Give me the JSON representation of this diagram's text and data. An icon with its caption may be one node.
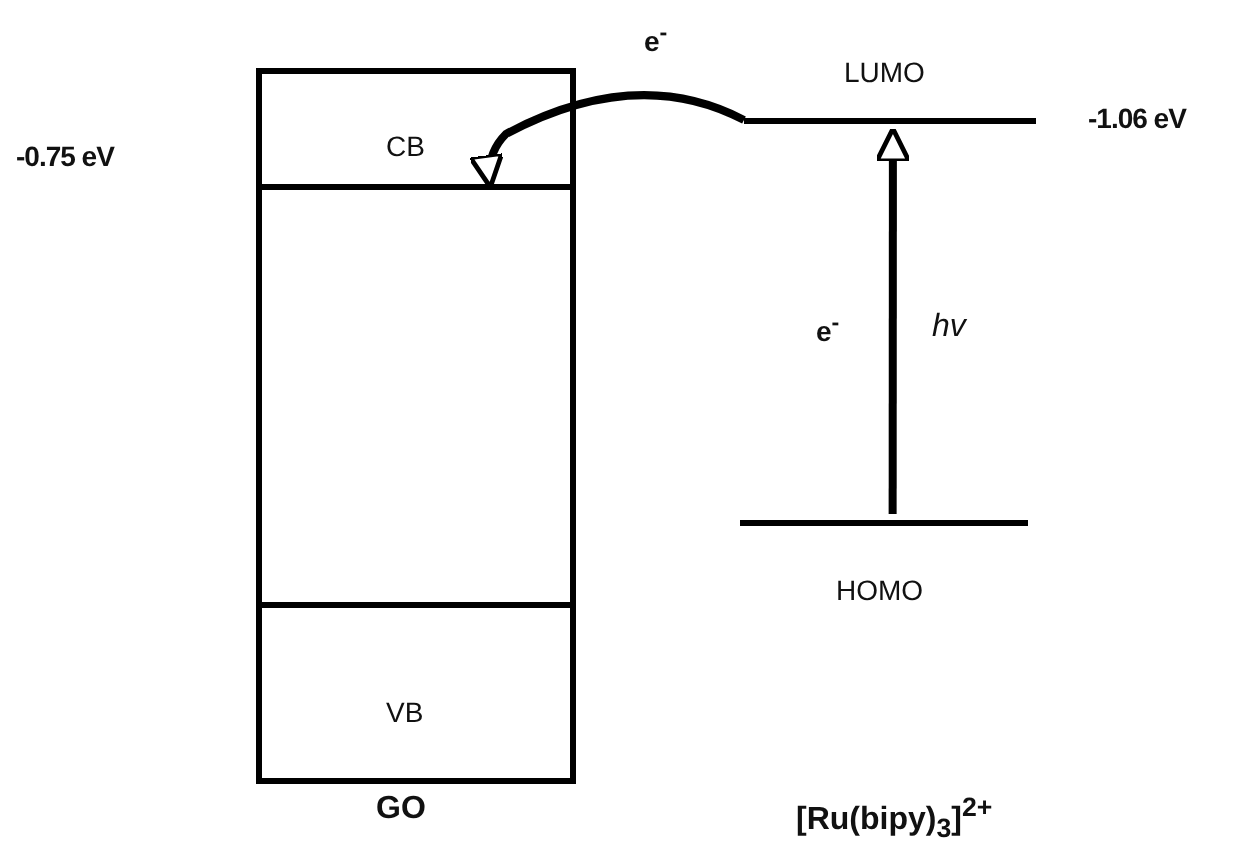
{
  "diagram": {
    "nodes": [
      {
        "text": [],
        "shape": "box"
      },
      {
        "text": [
          "CB"
        ],
        "in": 0
      },
      {
        "text": [
          "VB"
        ],
        "in": 0
      },
      {
        "text": [
          "LUMO"
        ],
        "beside": [
          "-1.06 eV"
        ]
      },
      {
        "text": [
          "HOMO"
        ]
      }
    ],
    "edges": [
      {
        "from": 3,
        "to": 1,
        "arrow": "to",
        "label": "e$^{-}$"
      },
      {
        "from": 4,
        "to": 3,
        "arrow": "to",
        "label": "hv"
      }
    ],
    "labels": [
      "-0.75 eV",
      "e$^{-}$",
      "GO",
      "[Ru(bipy)$_{3}$]$^{2+}$"
    ]
  }
}
